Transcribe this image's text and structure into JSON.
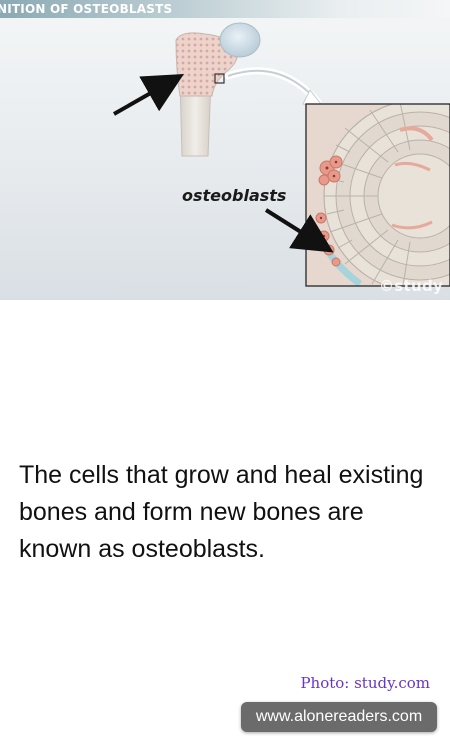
{
  "figure": {
    "banner_title": "NITION OF OSTEOBLASTS",
    "label_osteoblasts": "osteoblasts",
    "watermark": "©study"
  },
  "caption": {
    "text": "The cells that grow and heal existing bones and form new bones are known as osteoblasts."
  },
  "credit": {
    "photo": "Photo: study.com"
  },
  "site": {
    "url": "www.alonereaders.com"
  }
}
